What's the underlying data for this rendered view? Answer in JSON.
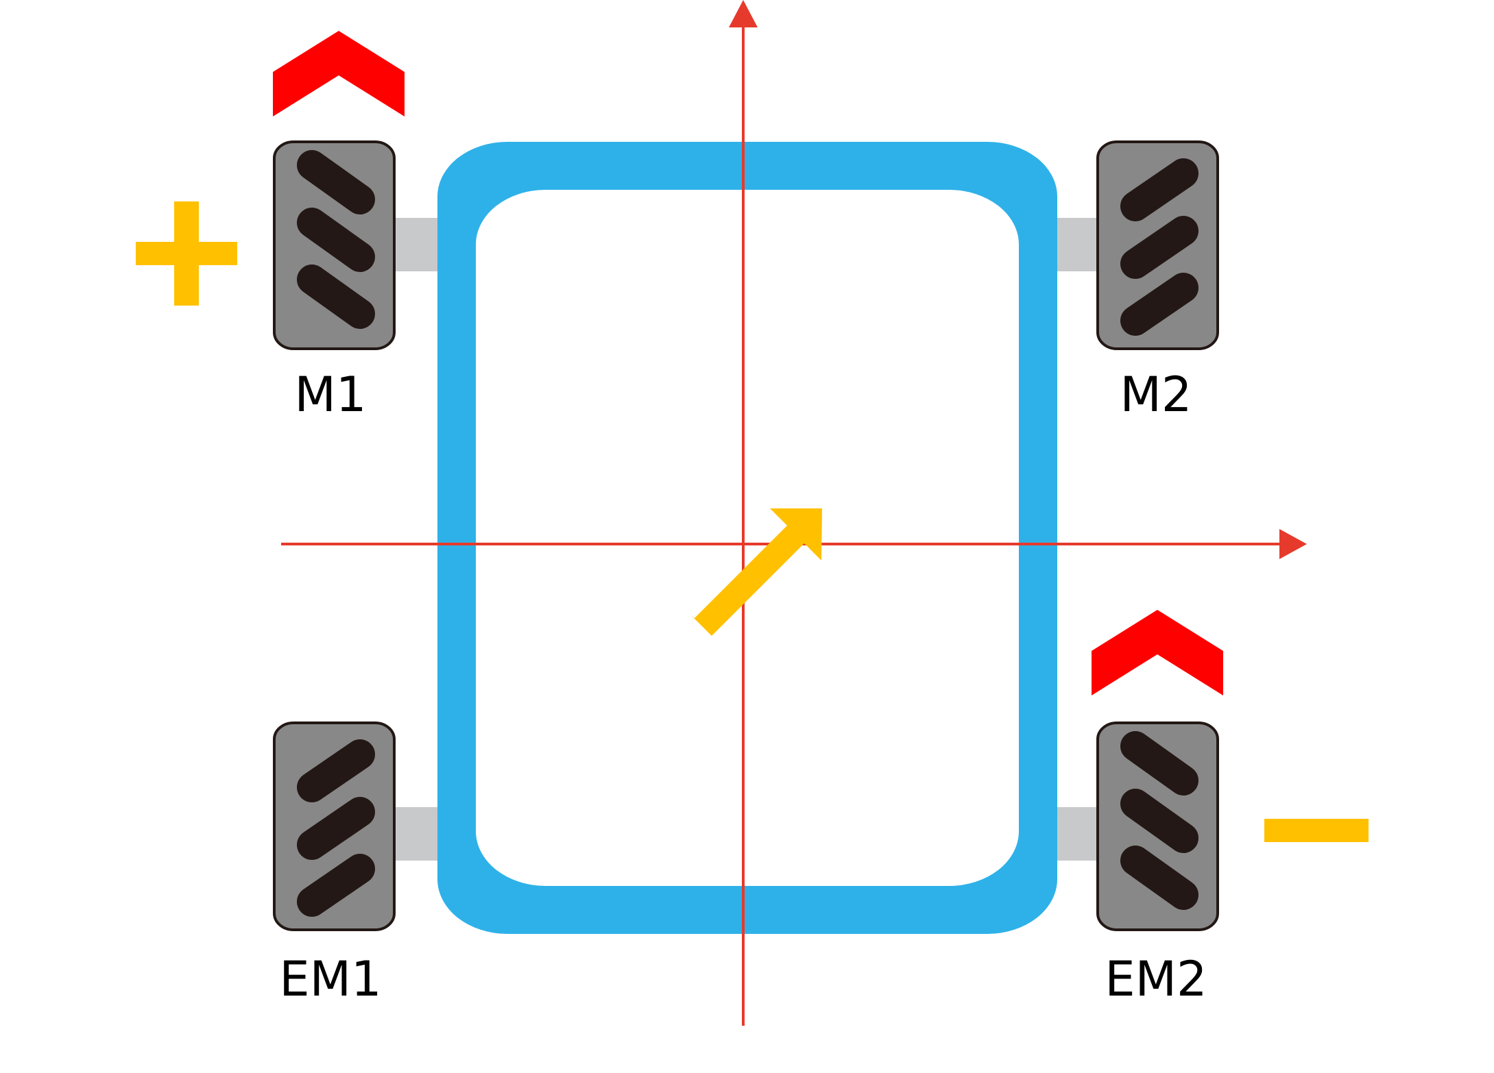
{
  "colors": {
    "frame": "#2EB1E8",
    "axle": "#C8C9CB",
    "wheel_body": "#888888",
    "wheel_outline": "#231815",
    "roller": "#231815",
    "axis": "#E63A2C",
    "chevron": "#FF0000",
    "motion_arrow": "#FFC000",
    "sign": "#FFC000",
    "background": "#FFFFFF"
  },
  "wheels": [
    {
      "id": "m1",
      "label": "M1",
      "roller_slant": "down",
      "direction_chevron": "forward",
      "sign": "+"
    },
    {
      "id": "m2",
      "label": "M2",
      "roller_slant": "up",
      "direction_chevron": "none",
      "sign": ""
    },
    {
      "id": "em1",
      "label": "EM1",
      "roller_slant": "up",
      "direction_chevron": "none",
      "sign": ""
    },
    {
      "id": "em2",
      "label": "EM2",
      "roller_slant": "down",
      "direction_chevron": "forward",
      "sign": "−"
    }
  ],
  "motion": {
    "direction": "diagonal-forward-right",
    "icon": "diagonal-arrow-icon"
  },
  "axes": {
    "x_axis": "arrow-right",
    "y_axis": "arrow-up"
  }
}
